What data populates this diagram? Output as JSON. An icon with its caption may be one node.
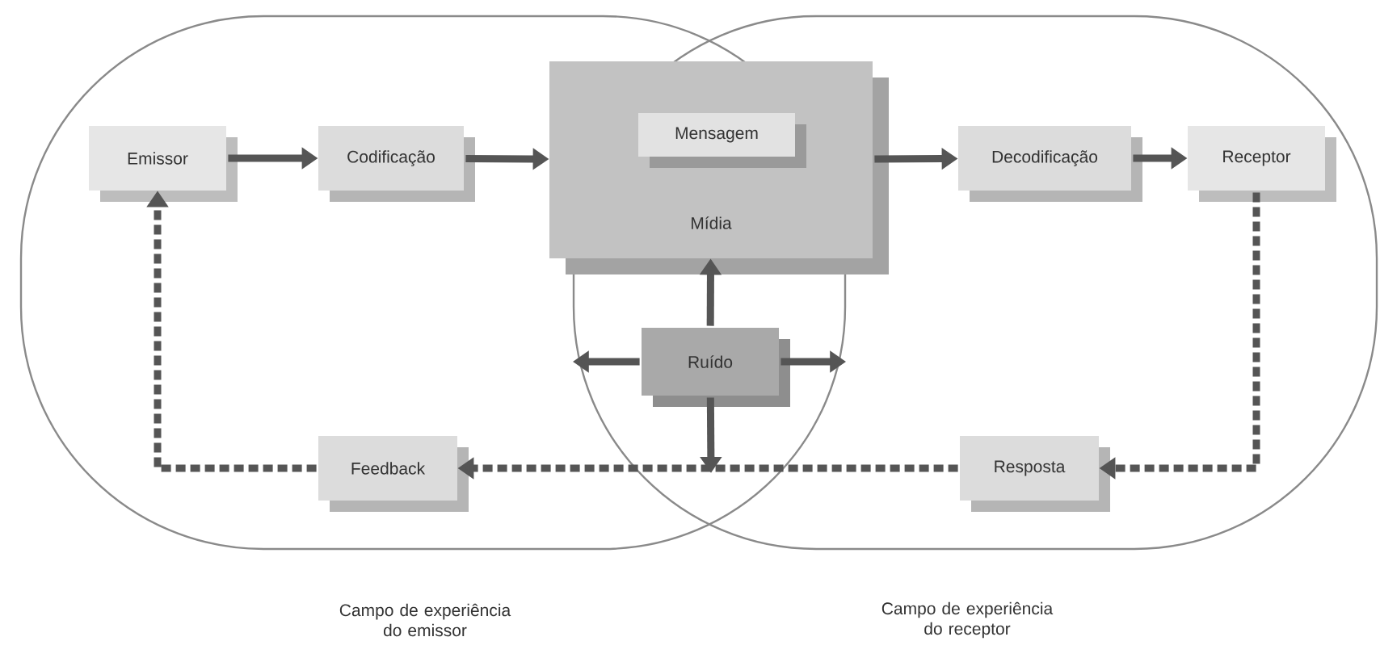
{
  "diagram": {
    "nodes": [
      {
        "text": [
          "Campo de experiência do emissor"
        ]
      },
      {
        "text": [
          "Campo de experiência do receptor"
        ]
      },
      {
        "text": [
          "Emissor"
        ],
        "in": 0
      },
      {
        "text": [
          "Codificação"
        ],
        "in": 0
      },
      {
        "text": [
          "Mídia"
        ]
      },
      {
        "text": [
          "Mensagem"
        ],
        "in": 4
      },
      {
        "text": [
          "Decodificação"
        ],
        "in": 1
      },
      {
        "text": [
          "Receptor"
        ],
        "in": 1
      },
      {
        "text": [
          "Ruído"
        ]
      },
      {
        "text": [
          "Feedback"
        ],
        "in": 0
      },
      {
        "text": [
          "Resposta"
        ],
        "in": 1
      }
    ],
    "edges": [
      {
        "from": 2,
        "to": 3,
        "arrow": "to"
      },
      {
        "from": 3,
        "to": 4,
        "arrow": "to"
      },
      {
        "from": 4,
        "to": 6,
        "arrow": "to"
      },
      {
        "from": 6,
        "to": 7,
        "arrow": "to"
      },
      {
        "from": 7,
        "to": 10,
        "arrow": "to",
        "style": "dashed"
      },
      {
        "from": 10,
        "to": 9,
        "arrow": "to",
        "style": "dashed"
      },
      {
        "from": 9,
        "to": 2,
        "arrow": "to",
        "style": "dashed"
      },
      {
        "from": 8,
        "to": 4,
        "arrow": "to"
      },
      {
        "from": 8,
        "to": 1,
        "arrow": "to"
      },
      {
        "from": 8,
        "to": 0,
        "arrow": "to"
      },
      {
        "from": 8,
        "to": null,
        "arrow": "to"
      }
    ]
  }
}
